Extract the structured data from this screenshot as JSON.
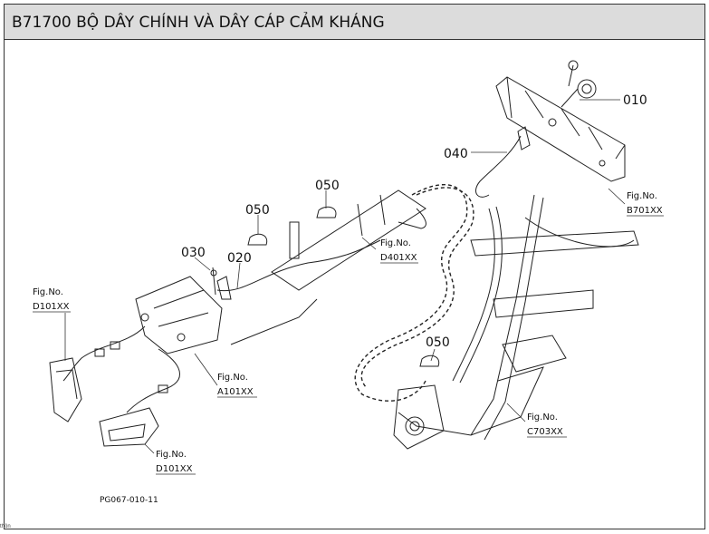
{
  "title": "B71700 BỘ DÂY CHÍNH VÀ DÂY CÁP CẢM KHÁNG",
  "parts": {
    "p010": "010",
    "p020": "020",
    "p030": "030",
    "p040": "040",
    "p050a": "050",
    "p050b": "050",
    "p050c": "050"
  },
  "figrefs": {
    "d101_top": [
      "Fig.No.",
      "D101XX"
    ],
    "d101_bottom": [
      "Fig.No.",
      "D101XX"
    ],
    "a101": [
      "Fig.No.",
      "A101XX"
    ],
    "d401": [
      "Fig.No.",
      "D401XX"
    ],
    "b701": [
      "Fig.No.",
      "B701XX"
    ],
    "c703": [
      "Fig.No.",
      "C703XX"
    ]
  },
  "caption": "PG067-010-11",
  "footer": "thôn"
}
